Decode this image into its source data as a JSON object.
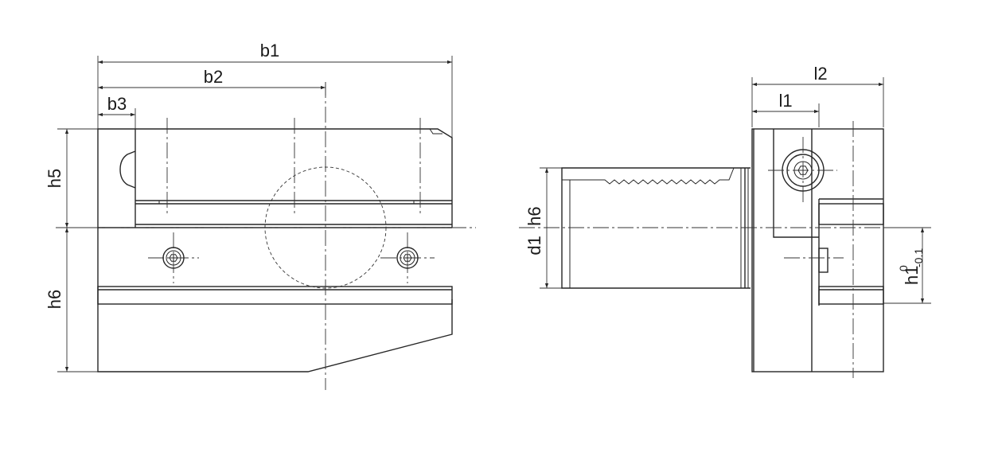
{
  "front_view": {
    "labels": {
      "b1": "b1",
      "b2": "b2",
      "b3": "b3",
      "h5": "h5",
      "h6": "h6"
    }
  },
  "side_view": {
    "labels": {
      "l1": "l1",
      "l2": "l2",
      "d1h6": "d1  h6",
      "h1": "h1",
      "tol_upper": "0",
      "tol_lower": "-0.1"
    }
  }
}
